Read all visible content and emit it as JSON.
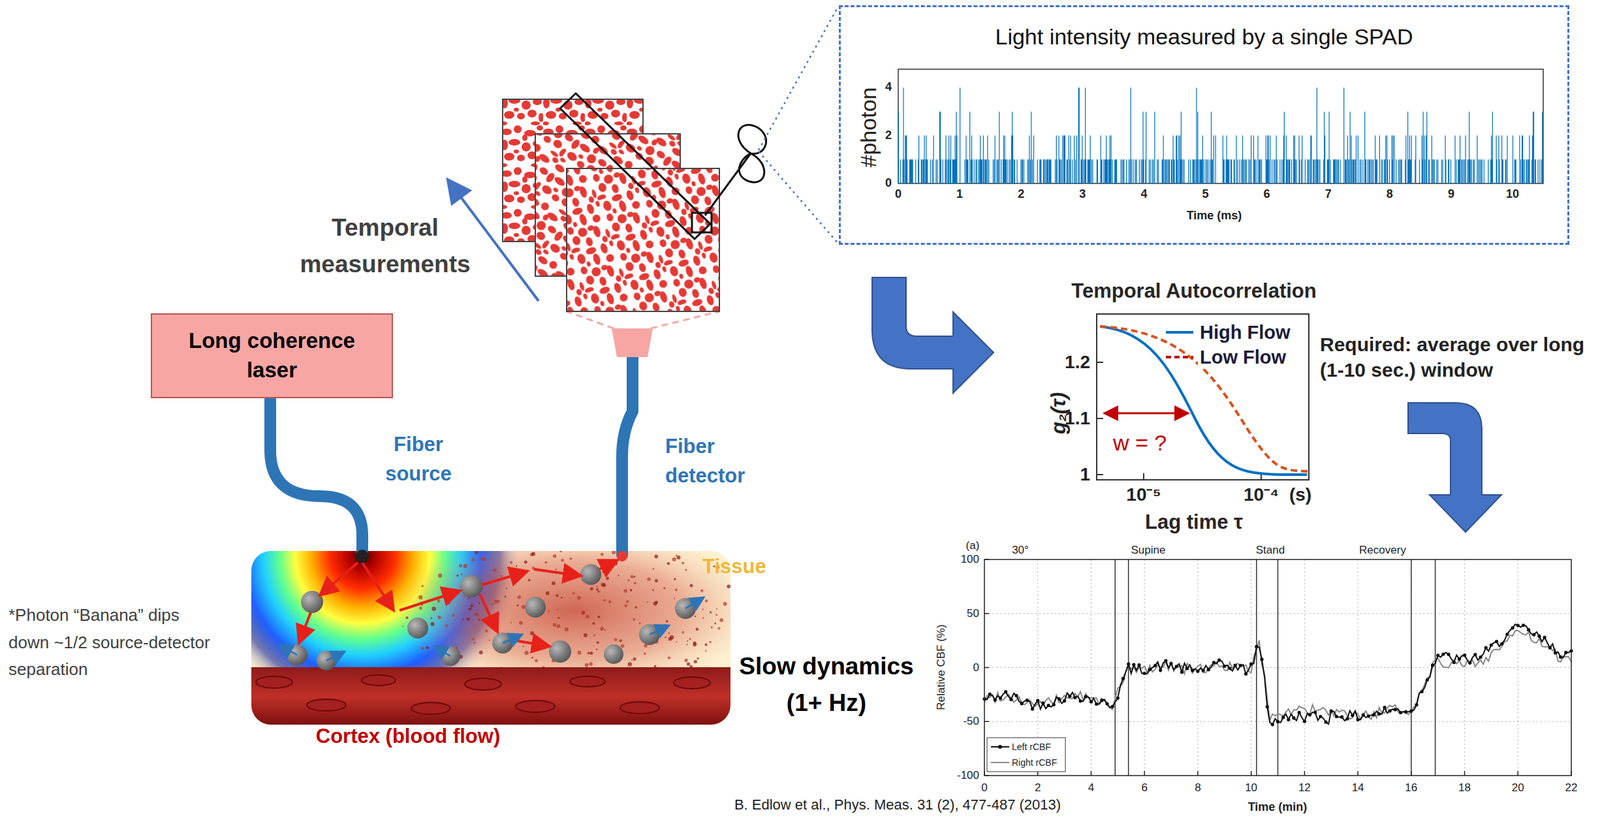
{
  "diagram": {
    "nodes": [
      {
        "text": [
          "Long coherence laser"
        ]
      },
      {
        "text": [
          "Light intensity measured by a single SPAD"
        ]
      }
    ],
    "labels": [
      "Temporal measurements",
      "Fiber source",
      "Fiber detector",
      "Tissue",
      "Cortex (blood flow)",
      "*Photon “Banana” dips down ~1/2 source-detector separation",
      "Slow dynamics (1+ Hz)",
      "#photon",
      "0",
      "2",
      "4",
      "0",
      "1",
      "2",
      "3",
      "4",
      "5",
      "6",
      "7",
      "8",
      "9",
      "10",
      "Time (ms)",
      "Temporal Autocorrelation",
      "1.2",
      "1.1",
      "1",
      "g₂(τ)",
      "w = ?",
      "10⁻⁵",
      "10⁻⁴",
      "(s)",
      "Lag time τ",
      "Required: average over long (1-10 sec.) window",
      "(a)",
      "100",
      "50",
      "0",
      "-50",
      "-100",
      "0",
      "2",
      "4",
      "6",
      "8",
      "10",
      "12",
      "14",
      "16",
      "18",
      "20",
      "22",
      "Time (min)",
      "Relative CBF (%)",
      "30°",
      "Supine",
      "Stand",
      "Recovery",
      "B. Edlow et al., Phys. Meas. 31 (2), 477-487 (2013)"
    ],
    "legend": [
      {
        "text": "High Flow"
      },
      {
        "text": "Low Flow"
      },
      {
        "text": "Left rCBF"
      },
      {
        "text": "Right rCBF"
      }
    ]
  }
}
